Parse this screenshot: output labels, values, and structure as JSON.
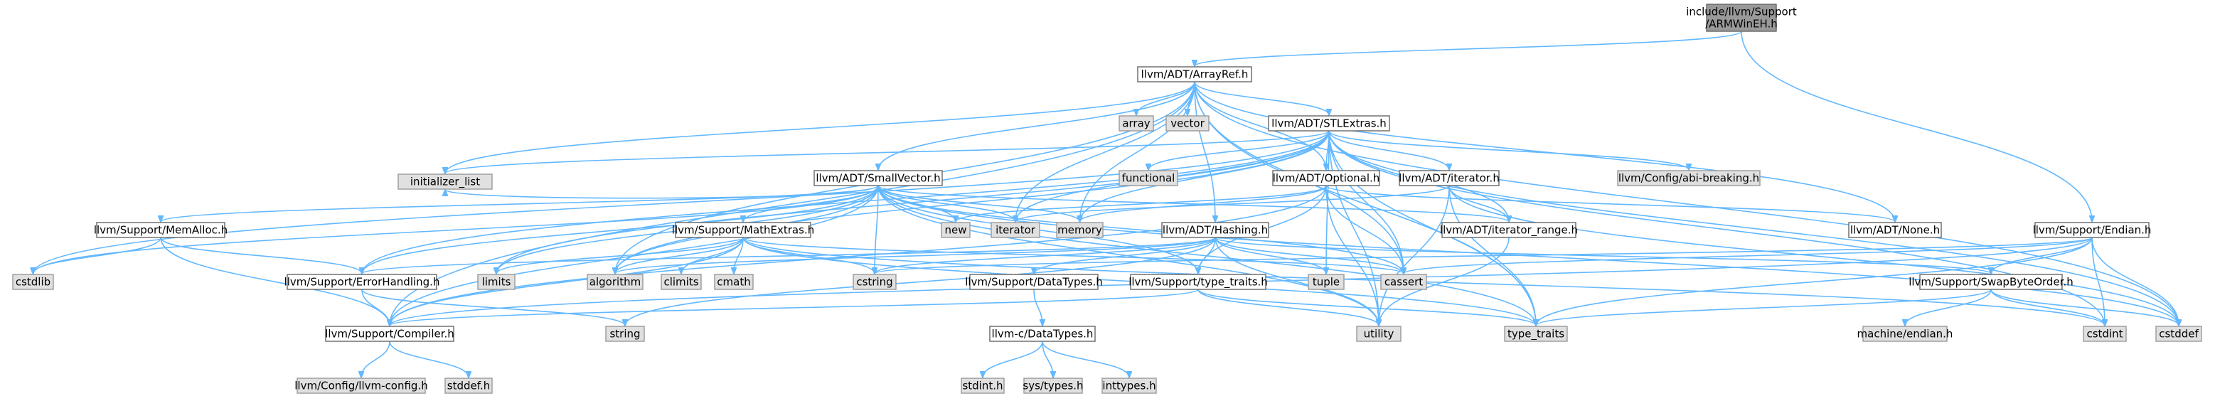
{
  "diagram": {
    "type": "include-dependency-graph",
    "colors": {
      "edge": "#63b8ff",
      "focus_fill": "#999999",
      "documented_fill": "#ffffff",
      "external_fill": "#e0e0e0"
    },
    "nodes": [
      {
        "id": "armwineh",
        "lines": [
          "include/llvm/Support",
          "/ARMWinEH.h"
        ],
        "kind": "focus"
      },
      {
        "id": "arrayref",
        "lines": [
          "llvm/ADT/ArrayRef.h"
        ],
        "kind": "documented"
      },
      {
        "id": "array",
        "lines": [
          "array"
        ],
        "kind": "external"
      },
      {
        "id": "vector",
        "lines": [
          "vector"
        ],
        "kind": "external"
      },
      {
        "id": "stlextras",
        "lines": [
          "llvm/ADT/STLExtras.h"
        ],
        "kind": "documented"
      },
      {
        "id": "functional",
        "lines": [
          "functional"
        ],
        "kind": "external"
      },
      {
        "id": "abibreaking",
        "lines": [
          "llvm/Config/abi-breaking.h"
        ],
        "kind": "external"
      },
      {
        "id": "smallvector",
        "lines": [
          "llvm/ADT/SmallVector.h"
        ],
        "kind": "documented"
      },
      {
        "id": "optional",
        "lines": [
          "llvm/ADT/Optional.h"
        ],
        "kind": "documented"
      },
      {
        "id": "iteratorh",
        "lines": [
          "llvm/ADT/iterator.h"
        ],
        "kind": "documented"
      },
      {
        "id": "memalloc",
        "lines": [
          "llvm/Support/MemAlloc.h"
        ],
        "kind": "documented"
      },
      {
        "id": "initlist",
        "lines": [
          "initializer_list"
        ],
        "kind": "external"
      },
      {
        "id": "mathextras",
        "lines": [
          "llvm/Support/MathExtras.h"
        ],
        "kind": "documented"
      },
      {
        "id": "new",
        "lines": [
          "new"
        ],
        "kind": "external"
      },
      {
        "id": "iterator",
        "lines": [
          "iterator"
        ],
        "kind": "external"
      },
      {
        "id": "memory",
        "lines": [
          "memory"
        ],
        "kind": "external"
      },
      {
        "id": "hashing",
        "lines": [
          "llvm/ADT/Hashing.h"
        ],
        "kind": "documented"
      },
      {
        "id": "iterrange",
        "lines": [
          "llvm/ADT/iterator_range.h"
        ],
        "kind": "documented"
      },
      {
        "id": "none",
        "lines": [
          "llvm/ADT/None.h"
        ],
        "kind": "documented"
      },
      {
        "id": "endian",
        "lines": [
          "llvm/Support/Endian.h"
        ],
        "kind": "documented"
      },
      {
        "id": "cstdlib",
        "lines": [
          "cstdlib"
        ],
        "kind": "external"
      },
      {
        "id": "errorhandling",
        "lines": [
          "llvm/Support/ErrorHandling.h"
        ],
        "kind": "documented"
      },
      {
        "id": "limits",
        "lines": [
          "limits"
        ],
        "kind": "external"
      },
      {
        "id": "algorithm",
        "lines": [
          "algorithm"
        ],
        "kind": "external"
      },
      {
        "id": "climits",
        "lines": [
          "climits"
        ],
        "kind": "external"
      },
      {
        "id": "cmath",
        "lines": [
          "cmath"
        ],
        "kind": "external"
      },
      {
        "id": "cstring",
        "lines": [
          "cstring"
        ],
        "kind": "external"
      },
      {
        "id": "datatypes_s",
        "lines": [
          "llvm/Support/DataTypes.h"
        ],
        "kind": "documented"
      },
      {
        "id": "typetraits_s",
        "lines": [
          "llvm/Support/type_traits.h"
        ],
        "kind": "documented"
      },
      {
        "id": "tuple",
        "lines": [
          "tuple"
        ],
        "kind": "external"
      },
      {
        "id": "cassert",
        "lines": [
          "cassert"
        ],
        "kind": "external"
      },
      {
        "id": "swapbyteorder",
        "lines": [
          "llvm/Support/SwapByteOrder.h"
        ],
        "kind": "documented"
      },
      {
        "id": "compiler",
        "lines": [
          "llvm/Support/Compiler.h"
        ],
        "kind": "documented"
      },
      {
        "id": "string",
        "lines": [
          "string"
        ],
        "kind": "external"
      },
      {
        "id": "datatypes_c",
        "lines": [
          "llvm-c/DataTypes.h"
        ],
        "kind": "documented"
      },
      {
        "id": "utility",
        "lines": [
          "utility"
        ],
        "kind": "external"
      },
      {
        "id": "type_traits",
        "lines": [
          "type_traits"
        ],
        "kind": "external"
      },
      {
        "id": "machineendian",
        "lines": [
          "machine/endian.h"
        ],
        "kind": "external"
      },
      {
        "id": "cstdint",
        "lines": [
          "cstdint"
        ],
        "kind": "external"
      },
      {
        "id": "cstddef",
        "lines": [
          "cstddef"
        ],
        "kind": "external"
      },
      {
        "id": "llvmconfig",
        "lines": [
          "llvm/Config/llvm-config.h"
        ],
        "kind": "external"
      },
      {
        "id": "stddef",
        "lines": [
          "stddef.h"
        ],
        "kind": "external"
      },
      {
        "id": "stdint",
        "lines": [
          "stdint.h"
        ],
        "kind": "external"
      },
      {
        "id": "systypes",
        "lines": [
          "sys/types.h"
        ],
        "kind": "external"
      },
      {
        "id": "inttypes",
        "lines": [
          "inttypes.h"
        ],
        "kind": "external"
      }
    ],
    "edges": [
      [
        "armwineh",
        "arrayref"
      ],
      [
        "armwineh",
        "endian"
      ],
      [
        "arrayref",
        "array"
      ],
      [
        "arrayref",
        "vector"
      ],
      [
        "arrayref",
        "stlextras"
      ],
      [
        "arrayref",
        "smallvector"
      ],
      [
        "arrayref",
        "hashing"
      ],
      [
        "arrayref",
        "none"
      ],
      [
        "arrayref",
        "optional"
      ],
      [
        "arrayref",
        "compiler"
      ],
      [
        "arrayref",
        "algorithm"
      ],
      [
        "arrayref",
        "cassert"
      ],
      [
        "arrayref",
        "cstddef"
      ],
      [
        "arrayref",
        "initlist"
      ],
      [
        "arrayref",
        "iterator"
      ],
      [
        "arrayref",
        "memory"
      ],
      [
        "arrayref",
        "type_traits"
      ],
      [
        "stlextras",
        "functional"
      ],
      [
        "stlextras",
        "abibreaking"
      ],
      [
        "stlextras",
        "optional"
      ],
      [
        "stlextras",
        "iteratorh"
      ],
      [
        "stlextras",
        "iterrange"
      ],
      [
        "stlextras",
        "errorhandling"
      ],
      [
        "stlextras",
        "cstdlib"
      ],
      [
        "stlextras",
        "algorithm"
      ],
      [
        "stlextras",
        "cassert"
      ],
      [
        "stlextras",
        "cstddef"
      ],
      [
        "stlextras",
        "cstdint"
      ],
      [
        "stlextras",
        "initlist"
      ],
      [
        "stlextras",
        "iterator"
      ],
      [
        "stlextras",
        "limits"
      ],
      [
        "stlextras",
        "memory"
      ],
      [
        "stlextras",
        "tuple"
      ],
      [
        "stlextras",
        "type_traits"
      ],
      [
        "stlextras",
        "utility"
      ],
      [
        "smallvector",
        "compiler"
      ],
      [
        "smallvector",
        "errorhandling"
      ],
      [
        "smallvector",
        "memalloc"
      ],
      [
        "smallvector",
        "mathextras"
      ],
      [
        "smallvector",
        "typetraits_s"
      ],
      [
        "smallvector",
        "algorithm"
      ],
      [
        "smallvector",
        "cassert"
      ],
      [
        "smallvector",
        "cstddef"
      ],
      [
        "smallvector",
        "cstdlib"
      ],
      [
        "smallvector",
        "cstring"
      ],
      [
        "smallvector",
        "initlist"
      ],
      [
        "smallvector",
        "iterator"
      ],
      [
        "smallvector",
        "limits"
      ],
      [
        "smallvector",
        "memory"
      ],
      [
        "smallvector",
        "new"
      ],
      [
        "smallvector",
        "type_traits"
      ],
      [
        "smallvector",
        "utility"
      ],
      [
        "smallvector",
        "iterrange"
      ],
      [
        "optional",
        "none"
      ],
      [
        "optional",
        "compiler"
      ],
      [
        "optional",
        "typetraits_s"
      ],
      [
        "optional",
        "cassert"
      ],
      [
        "optional",
        "memory"
      ],
      [
        "optional",
        "new"
      ],
      [
        "optional",
        "utility"
      ],
      [
        "iteratorh",
        "iterrange"
      ],
      [
        "iteratorh",
        "cstddef"
      ],
      [
        "iteratorh",
        "iterator"
      ],
      [
        "iteratorh",
        "type_traits"
      ],
      [
        "iteratorh",
        "utility"
      ],
      [
        "iterrange",
        "utility"
      ],
      [
        "memalloc",
        "compiler"
      ],
      [
        "memalloc",
        "errorhandling"
      ],
      [
        "memalloc",
        "cstdlib"
      ],
      [
        "mathextras",
        "compiler"
      ],
      [
        "mathextras",
        "algorithm"
      ],
      [
        "mathextras",
        "cassert"
      ],
      [
        "mathextras",
        "climits"
      ],
      [
        "mathextras",
        "cmath"
      ],
      [
        "mathextras",
        "cstdint"
      ],
      [
        "mathextras",
        "cstring"
      ],
      [
        "mathextras",
        "limits"
      ],
      [
        "mathextras",
        "type_traits"
      ],
      [
        "hashing",
        "errorhandling"
      ],
      [
        "hashing",
        "datatypes_s"
      ],
      [
        "hashing",
        "swapbyteorder"
      ],
      [
        "hashing",
        "typetraits_s"
      ],
      [
        "hashing",
        "algorithm"
      ],
      [
        "hashing",
        "cassert"
      ],
      [
        "hashing",
        "cstring"
      ],
      [
        "hashing",
        "string"
      ],
      [
        "hashing",
        "tuple"
      ],
      [
        "hashing",
        "utility"
      ],
      [
        "errorhandling",
        "compiler"
      ],
      [
        "errorhandling",
        "string"
      ],
      [
        "datatypes_s",
        "datatypes_c"
      ],
      [
        "typetraits_s",
        "compiler"
      ],
      [
        "typetraits_s",
        "type_traits"
      ],
      [
        "typetraits_s",
        "utility"
      ],
      [
        "swapbyteorder",
        "cstddef"
      ],
      [
        "swapbyteorder",
        "cstdint"
      ],
      [
        "swapbyteorder",
        "type_traits"
      ],
      [
        "swapbyteorder",
        "machineendian"
      ],
      [
        "endian",
        "compiler"
      ],
      [
        "endian",
        "swapbyteorder"
      ],
      [
        "endian",
        "cassert"
      ],
      [
        "endian",
        "cstddef"
      ],
      [
        "endian",
        "cstdint"
      ],
      [
        "endian",
        "cstring"
      ],
      [
        "endian",
        "type_traits"
      ],
      [
        "compiler",
        "llvmconfig"
      ],
      [
        "compiler",
        "stddef"
      ],
      [
        "datatypes_c",
        "stdint"
      ],
      [
        "datatypes_c",
        "systypes"
      ],
      [
        "datatypes_c",
        "inttypes"
      ]
    ]
  }
}
